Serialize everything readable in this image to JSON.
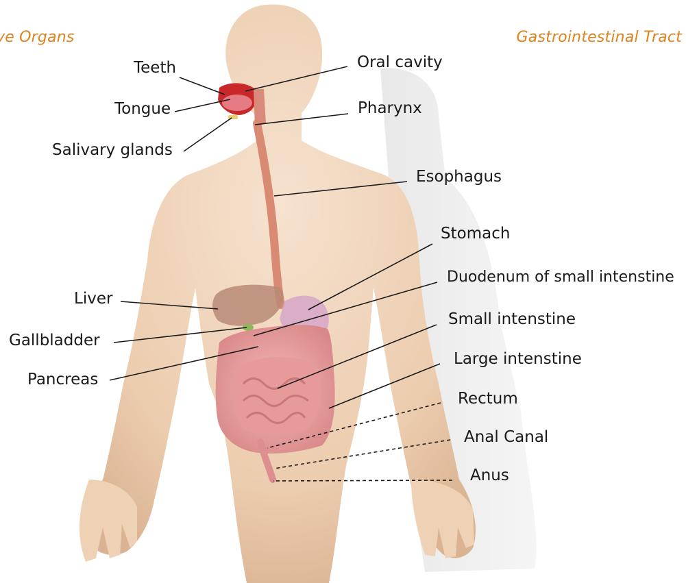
{
  "headers": {
    "left": "ve Organs",
    "right": "Gastrointestinal Tract"
  },
  "labels": {
    "teeth": "Teeth",
    "tongue": "Tongue",
    "salivary_glands": "Salivary glands",
    "liver": "Liver",
    "gallbladder": "Gallbladder",
    "pancreas": "Pancreas",
    "oral_cavity": "Oral cavity",
    "pharynx": "Pharynx",
    "esophagus": "Esophagus",
    "stomach": "Stomach",
    "duodenum": "Duodenum of small intenstine",
    "small_intestine": "Small intenstine",
    "large_intestine": "Large intenstine",
    "rectum": "Rectum",
    "anal_canal": "Anal Canal",
    "anus": "Anus"
  },
  "colors": {
    "header_text": "#e0821e",
    "label_text": "#1a1a1a",
    "skin": "#f1d6bd",
    "organ": "#e8a3a3"
  }
}
